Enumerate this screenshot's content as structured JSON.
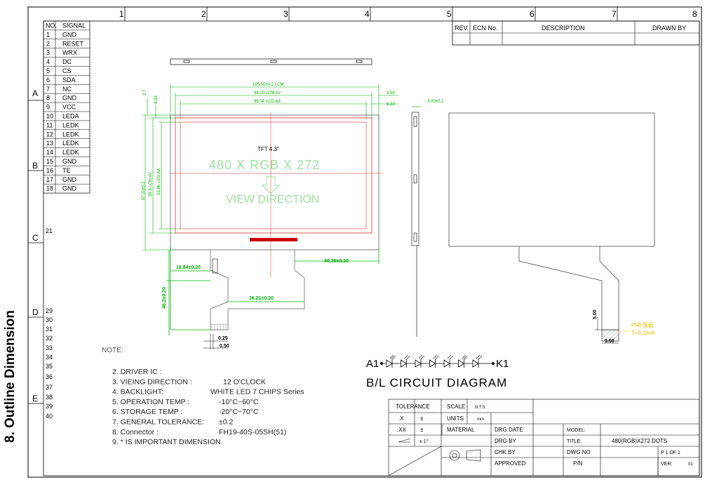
{
  "side_title": "8. Outline Dimension",
  "columns": [
    "1",
    "2",
    "3",
    "4",
    "5",
    "6",
    "7",
    "8"
  ],
  "rows": [
    "A",
    "B",
    "C",
    "D",
    "E"
  ],
  "pins": {
    "header_no": "NO.",
    "header_signal": "SIGNAL",
    "items": [
      {
        "no": "1",
        "signal": "GND"
      },
      {
        "no": "2",
        "signal": "RESET"
      },
      {
        "no": "3",
        "signal": "WRX"
      },
      {
        "no": "4",
        "signal": "DC"
      },
      {
        "no": "5",
        "signal": "CS"
      },
      {
        "no": "6",
        "signal": "SDA"
      },
      {
        "no": "7",
        "signal": "NC"
      },
      {
        "no": "8",
        "signal": "GND"
      },
      {
        "no": "9",
        "signal": "VCC"
      },
      {
        "no": "10",
        "signal": "LEDA"
      },
      {
        "no": "11",
        "signal": "LEDK"
      },
      {
        "no": "12",
        "signal": "LEDK"
      },
      {
        "no": "13",
        "signal": "LEDK"
      },
      {
        "no": "14",
        "signal": "LEDK"
      },
      {
        "no": "15",
        "signal": "GND"
      },
      {
        "no": "16",
        "signal": "TE"
      },
      {
        "no": "17",
        "signal": "GND"
      },
      {
        "no": "18",
        "signal": "GND"
      }
    ],
    "extra_numbers": [
      "21",
      "29",
      "30",
      "31",
      "32",
      "33",
      "34",
      "35",
      "36",
      "37",
      "38",
      "39",
      "40"
    ]
  },
  "revision_table": {
    "rev": "REV.",
    "ecn": "ECN No.",
    "description": "DESCRIPTION",
    "drawn_by": "DRAWN BY"
  },
  "display": {
    "model_label": "TFT 4.3\"",
    "resolution": "480 X RGB X 272",
    "view_direction": "VIEW DIRECTION"
  },
  "dimensions": {
    "lcm_width": "105.50±0.2 LCM",
    "lcm_va": "98.20 LCM AV",
    "lcd_aa": "95.04 LCD AA",
    "right_offset_1": "3.55",
    "right_offset_2": "5.23",
    "thickness": "3.00±0.2",
    "top_1": "2.7",
    "top_2": "4.05",
    "height_lcm": "67.20±0.2",
    "height_av": "59.5 LCM AV",
    "height_aa": "53.86 LCD AA",
    "fpc_left": "18.84±0.20",
    "fpc_right": "40.35±0.20",
    "fpc_length": "46.2±0.20",
    "fpc_width": "36.21±0.20",
    "pitch_1": "0.25",
    "pitch_2": "0.50",
    "stiffener_height": "5.00",
    "stiffener_width": "9.50",
    "stiffener_note_1": "PI补强板",
    "stiffener_note_2": "T=0.2mm"
  },
  "notes": {
    "title": "NOTE:",
    "lines": [
      {
        "label": "2. DRIVER IC :",
        "value": ""
      },
      {
        "label": "3. VIEING DIRECTION :",
        "value": "12 O'CLOCK"
      },
      {
        "label": "4. BACKLIGHT:",
        "value": "WHITE LED 7 CHIPS Series"
      },
      {
        "label": "5. OPERATION TEMP :",
        "value": "-10°C~60°C"
      },
      {
        "label": "6. STORAGE TEMP :",
        "value": "-20°C~70°C"
      },
      {
        "label": "7. GENERAL TOLERANCE:",
        "value": "±0.2"
      },
      {
        "label": "8. Connector :",
        "value": "FH19-40S-05SH(51)"
      },
      {
        "label": "9. * IS IMPORTANT DIMENSION",
        "value": ""
      }
    ]
  },
  "circuit": {
    "anode": "A1",
    "cathode": "K1",
    "title": "B/L CIRCUIT DIAGRAM",
    "led_count": 7
  },
  "title_block": {
    "tolerance": "TOLERANCE",
    "scale": "SCALE",
    "nts": "N.T.S",
    "x": ".X",
    "pm": "±",
    "units": "UNITS",
    "mm": "mm",
    "xx": ".XX",
    "material": "MATERIAL",
    "drg_date": "DRG DATE",
    "angle_tol": "± 1°",
    "drg_by": "DRG BY",
    "chk_by": "CHK BY",
    "approved": "APPROVED",
    "model": "MODEL:",
    "title": "TITLE:",
    "title_value": "480(RGB)X272 DOTS",
    "dwg_no": "DWG NO",
    "page": "P 1 OF 1",
    "pn": "P/N",
    "ver": "VER:",
    "ver_value": "01"
  },
  "colors": {
    "dimension": "#00b000",
    "lcd": "#e03030",
    "note_yellow": "#e0c000",
    "fpc_red": "#cc0000"
  }
}
